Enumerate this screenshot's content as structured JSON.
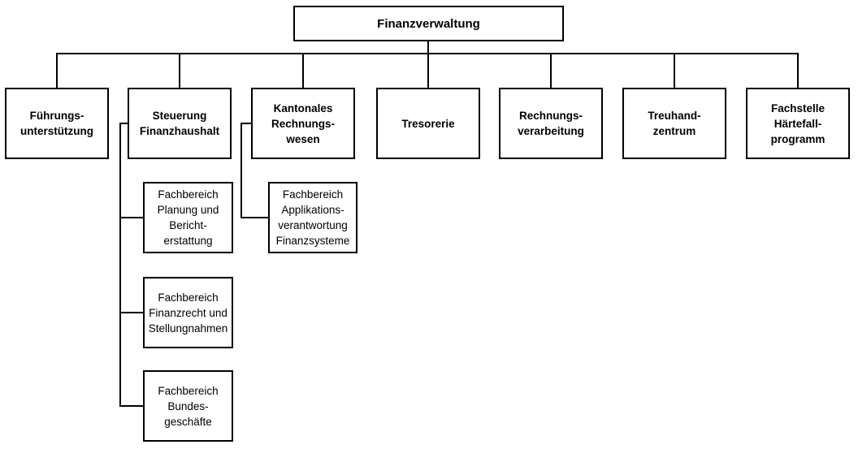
{
  "org_chart": {
    "title": "Finanzverwaltung",
    "root": {
      "label": "Finanzverwaltung"
    },
    "departments": [
      {
        "label": "Führungs-\nunterstützung"
      },
      {
        "label": "Steuerung\nFinanzhaushalt"
      },
      {
        "label": "Kantonales\nRechnungs-\nwesen"
      },
      {
        "label": "Tresorerie"
      },
      {
        "label": "Rechnungs-\nverarbeitung"
      },
      {
        "label": "Treuhand-\nzentrum"
      },
      {
        "label": "Fachstelle\nHärtefall-\nprogramm"
      }
    ],
    "steuerung_finanzhaushalt_units": [
      {
        "label": "Fachbereich\nPlanung und\nBericht-\nerstattung"
      },
      {
        "label": "Fachbereich\nFinanzrecht und\nStellungnahmen"
      },
      {
        "label": "Fachbereich\nBundes-\ngeschäfte"
      }
    ],
    "kantonales_rechnungswesen_units": [
      {
        "label": "Fachbereich\nApplikations-\nverantwortung\nFinanzsysteme"
      }
    ],
    "colors": {
      "line": "#000000",
      "box_background": "#ffffff",
      "text": "#000000"
    }
  }
}
